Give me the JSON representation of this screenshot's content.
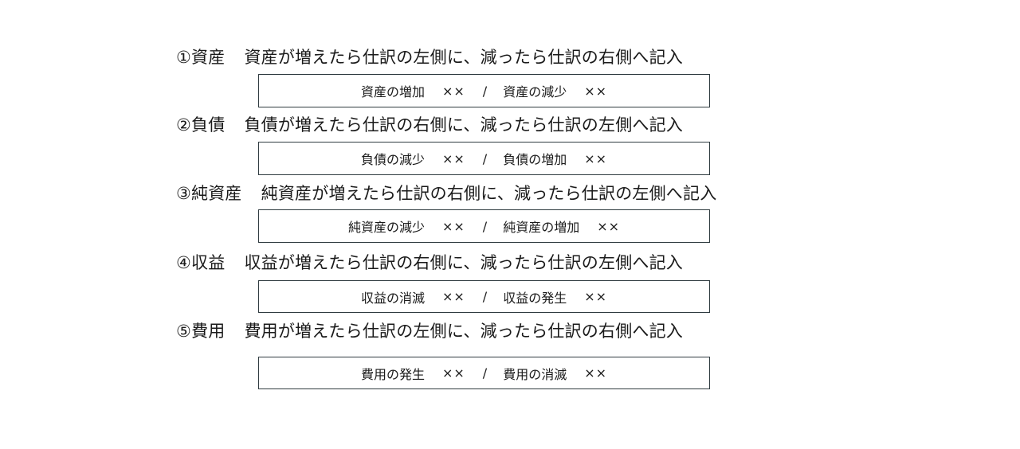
{
  "sections": [
    {
      "number": "①",
      "label": "①資産",
      "rule": "資産が増えたら仕訳の左側に、減ったら仕訳の右側へ記入",
      "entry": {
        "debit": "資産の増加",
        "debit_amount": "××",
        "separator": "/",
        "credit": "資産の減少",
        "credit_amount": "××"
      }
    },
    {
      "number": "②",
      "label": "②負債",
      "rule": "負債が増えたら仕訳の右側に、減ったら仕訳の左側へ記入",
      "entry": {
        "debit": "負債の減少",
        "debit_amount": "××",
        "separator": "/",
        "credit": "負債の増加",
        "credit_amount": "××"
      }
    },
    {
      "number": "③",
      "label": "③純資産",
      "rule": "純資産が増えたら仕訳の右側に、減ったら仕訳の左側へ記入",
      "entry": {
        "debit": "純資産の減少",
        "debit_amount": "××",
        "separator": "/",
        "credit": "純資産の増加",
        "credit_amount": "××"
      }
    },
    {
      "number": "④",
      "label": "④収益",
      "rule": "収益が増えたら仕訳の右側に、減ったら仕訳の左側へ記入",
      "entry": {
        "debit": "収益の消滅",
        "debit_amount": "××",
        "separator": "/",
        "credit": "収益の発生",
        "credit_amount": "××"
      }
    },
    {
      "number": "⑤",
      "label": "⑤費用",
      "rule": "費用が増えたら仕訳の左側に、減ったら仕訳の右側へ記入",
      "entry": {
        "debit": "費用の発生",
        "debit_amount": "××",
        "separator": "/",
        "credit": "費用の消滅",
        "credit_amount": "××"
      }
    }
  ],
  "colors": {
    "text": "#1a1a1a",
    "box_border": "#2f3b40",
    "background": "#ffffff"
  }
}
